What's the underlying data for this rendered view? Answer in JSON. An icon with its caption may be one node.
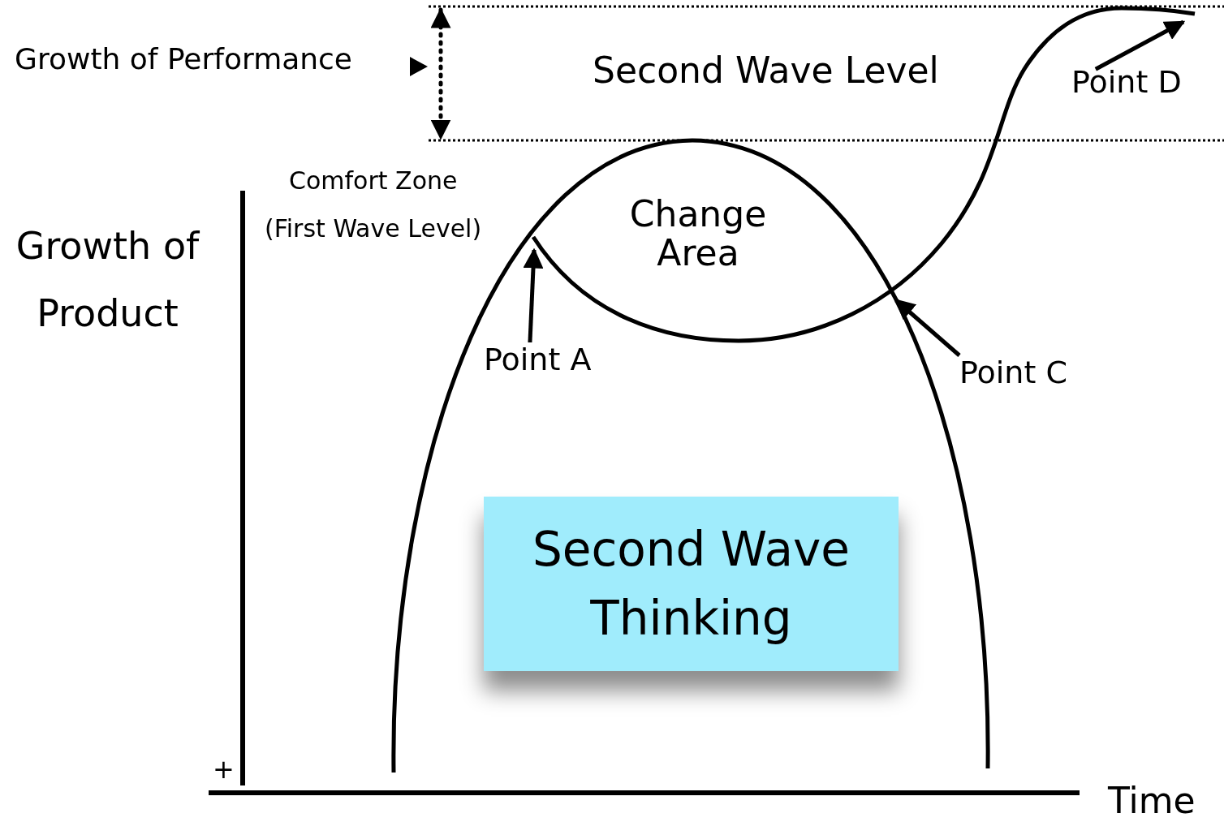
{
  "diagram": {
    "nodes": [
      {
        "text": [
          "Point D"
        ]
      },
      {
        "text": [
          "Point A"
        ]
      },
      {
        "text": [
          "Point C"
        ]
      },
      {
        "text": [
          "Second Wave Thinking"
        ]
      }
    ],
    "edges": [
      {
        "from": 0,
        "to": null,
        "arrow": "to"
      },
      {
        "from": 1,
        "to": null,
        "arrow": "to"
      },
      {
        "from": 2,
        "to": null,
        "arrow": "to"
      }
    ],
    "labels": [
      "Growth of Performance",
      "Second Wave Level",
      "Comfort Zone",
      "(First Wave Level)",
      "Growth of Product",
      "Change Area",
      "+",
      "Time"
    ]
  }
}
